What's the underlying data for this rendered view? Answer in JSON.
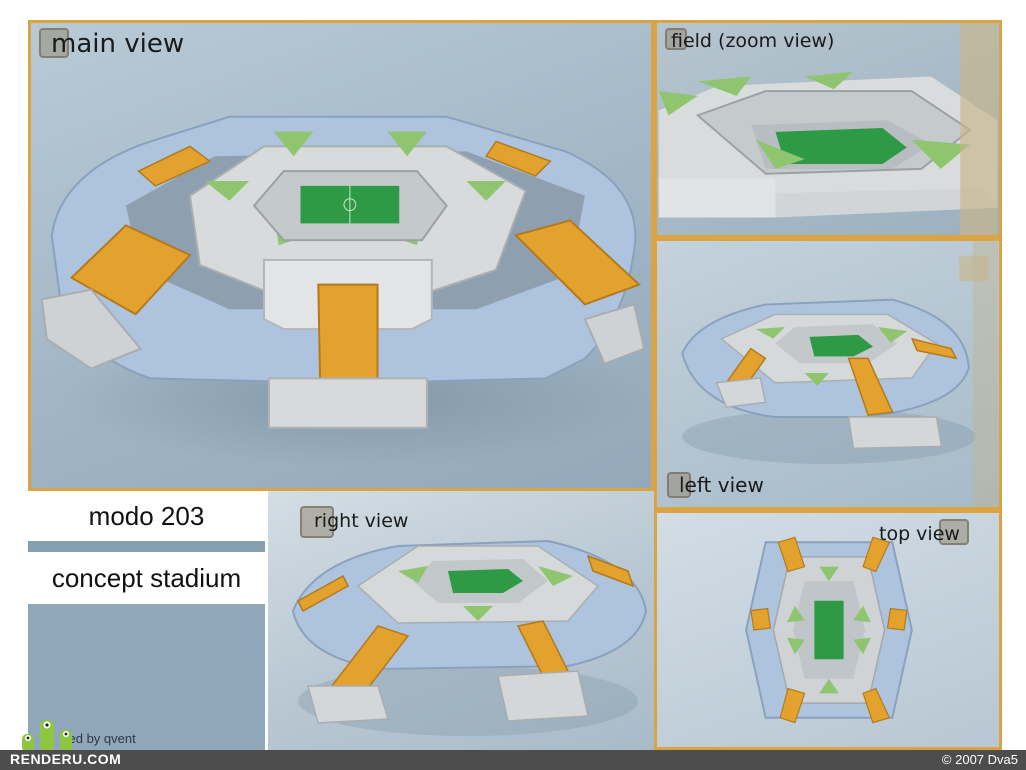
{
  "panels": {
    "main": {
      "label": "main view"
    },
    "zoom": {
      "label": "field (zoom view)"
    },
    "left": {
      "label": "left view"
    },
    "right": {
      "label": "right view"
    },
    "top": {
      "label": "top view"
    }
  },
  "info": {
    "software": "modo 203",
    "title": "concept stadium",
    "credit": "sed by qvent"
  },
  "footer": {
    "logo": "RENDERU.COM",
    "copyright": "© 2007 Dva5"
  },
  "colors": {
    "accent_frame": "#d9a441",
    "roof_blue": "#a8bfdc",
    "concrete": "#d9dcdd",
    "panel_orange": "#e3a12e",
    "grass_green": "#8fc56f",
    "pitch_green": "#2f9a45",
    "background": "#a9bccb"
  },
  "icons": {
    "mascot": "green-monster-icon"
  }
}
